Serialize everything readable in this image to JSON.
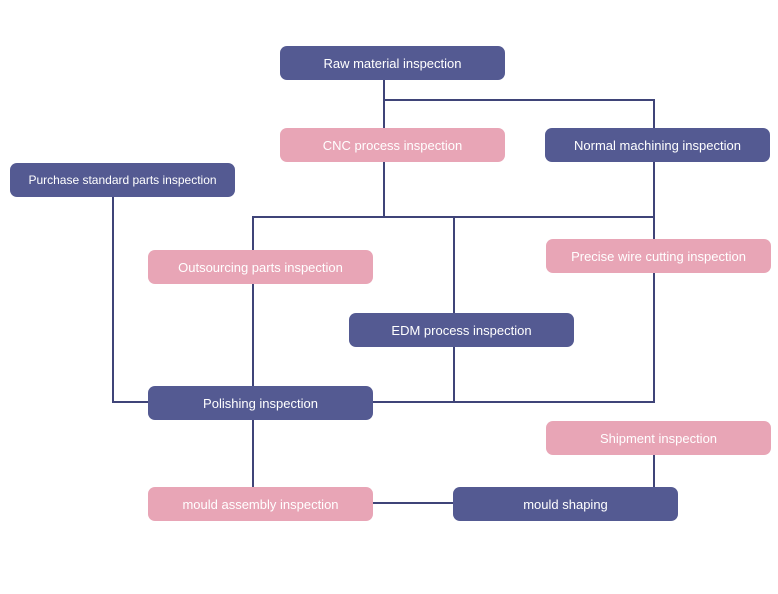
{
  "colors": {
    "dark_node": "#545a92",
    "light_node": "#e8a5b6",
    "connector": "#3f4478",
    "background": "#ffffff",
    "text": "#ffffff"
  },
  "nodes": {
    "raw_material": "Raw material   inspection",
    "cnc_process": "CNC process  inspection",
    "normal_machining": "Normal machining  inspection",
    "purchase_standard": "Purchase standard  parts inspection",
    "outsourcing_parts": "Outsourcing parts  inspection",
    "precise_wire_cutting": "Precise wire cutting  inspection",
    "edm_process": "EDM process  inspection",
    "polishing": "Polishing inspection",
    "shipment": "Shipment inspection",
    "mould_assembly": "mould assembly  inspection",
    "mould_shaping": "mould  shaping"
  }
}
